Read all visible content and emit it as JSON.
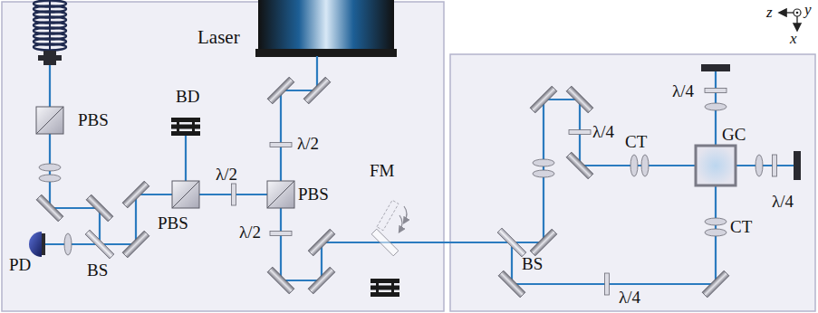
{
  "diagram": {
    "labels": [
      "Laser",
      "PBS",
      "BD",
      "λ/2",
      "λ/2",
      "PBS",
      "FM",
      "λ/2",
      "PD",
      "BS",
      "PBS",
      "λ/4",
      "CT",
      "GC",
      "λ/4",
      "λ/4",
      "CT",
      "BS",
      "λ/4",
      "z",
      "y",
      "x"
    ]
  }
}
